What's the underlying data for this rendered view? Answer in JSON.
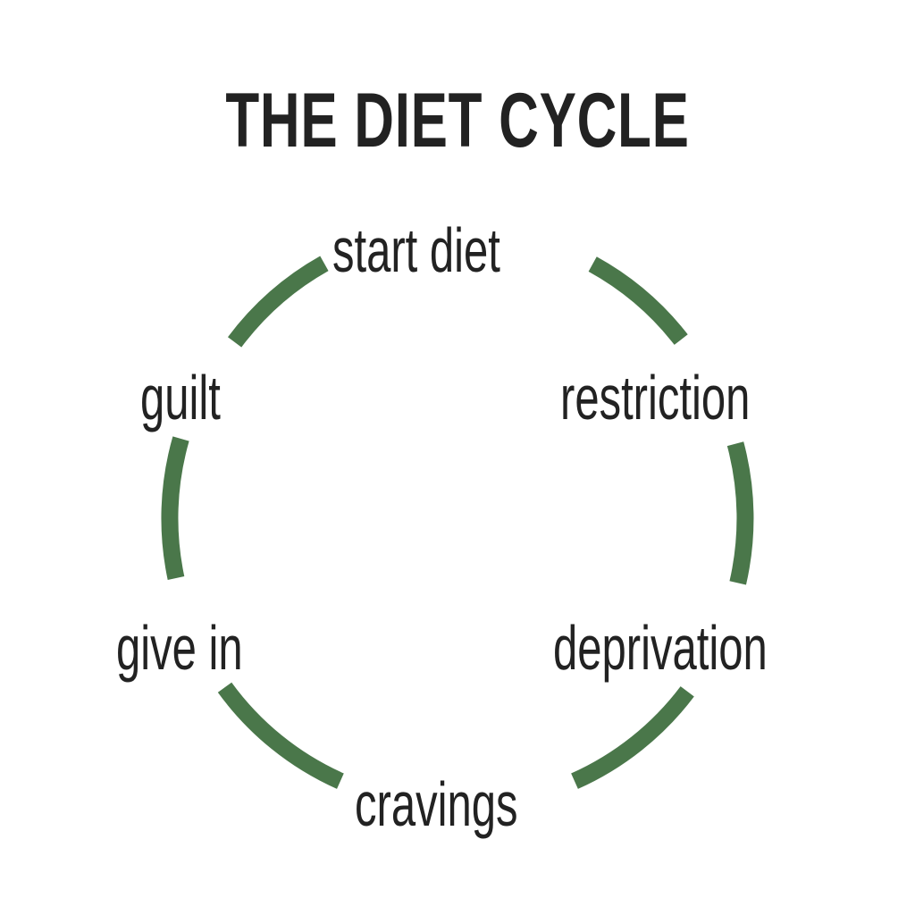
{
  "title": "THE DIET CYCLE",
  "stages": [
    {
      "label": "start diet"
    },
    {
      "label": "restriction"
    },
    {
      "label": "deprivation"
    },
    {
      "label": "cravings"
    },
    {
      "label": "give in"
    },
    {
      "label": "guilt"
    }
  ],
  "colors": {
    "arc": "#4a774a",
    "text": "#222222",
    "background": "#ffffff"
  }
}
